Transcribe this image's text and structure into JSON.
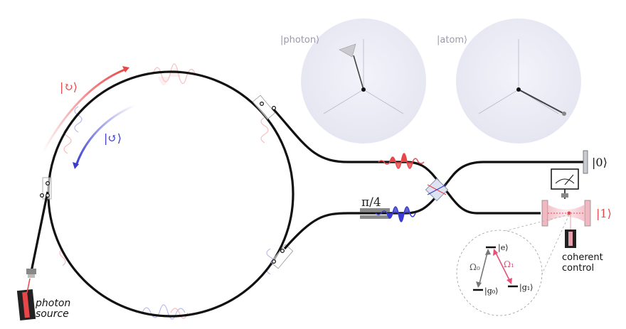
{
  "labels": {
    "ket_cw": "|↻⟩",
    "ket_ccw": "|↺⟩",
    "photon_state": "|photon⟩",
    "atom_state": "|atom⟩",
    "phase": "π/4",
    "ket0": "|0⟩",
    "ket1": "|1⟩",
    "photon_source_line1": "photon",
    "photon_source_line2": "source",
    "coherent_control_line1": "coherent",
    "coherent_control_line2": "control",
    "level_e": "|e⟩",
    "level_g0": "|g₀⟩",
    "level_g1": "|g₁⟩",
    "omega0": "Ω₀",
    "omega1": "Ω₁"
  },
  "colors": {
    "red": "#e8474a",
    "blue": "#3a3bd0",
    "fiber": "#111111",
    "sphere": "#ececf6",
    "pink": "#e8a0ae"
  }
}
